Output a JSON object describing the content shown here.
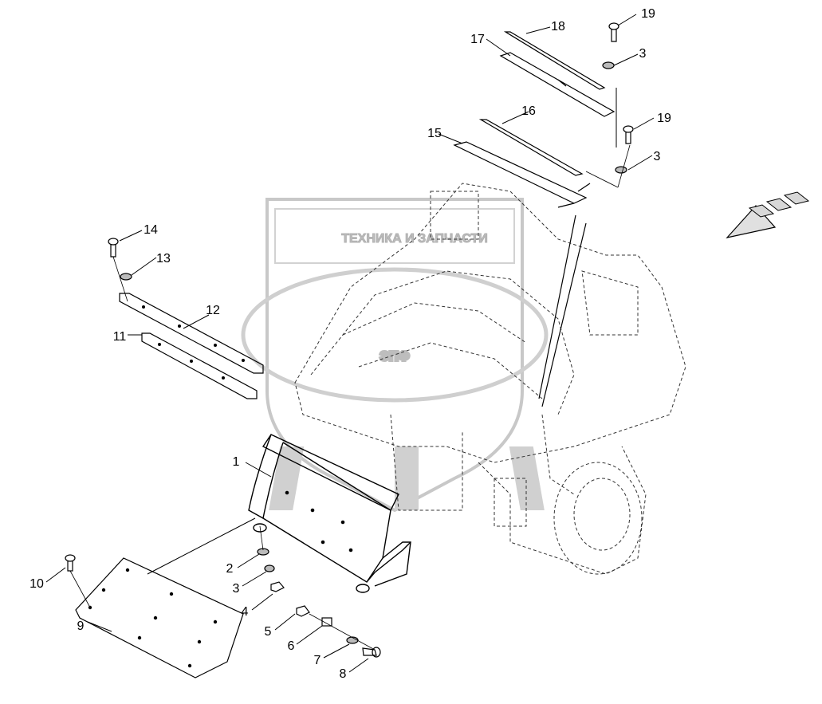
{
  "watermark": {
    "top_text": "ТЕХНИКА И ЗАПЧАСТИ",
    "logo": "ЭПФ"
  },
  "callouts": [
    "1",
    "2",
    "3",
    "4",
    "5",
    "6",
    "7",
    "8",
    "9",
    "10",
    "11",
    "12",
    "13",
    "14",
    "15",
    "16",
    "17",
    "18",
    "19",
    "3",
    "19",
    "3"
  ],
  "icons": {
    "direction": "direction-arrow-icon"
  }
}
